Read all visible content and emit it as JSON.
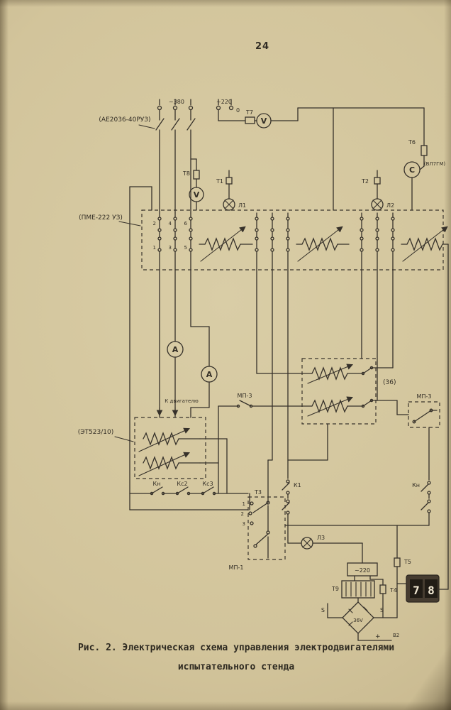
{
  "page": {
    "number": "24",
    "caption": {
      "line1": "Рис. 2. Электрическая схема управления электродвигателями",
      "line2": "испытательного стенда"
    },
    "paper_color": "#d5c8a0",
    "ink_color": "#36312a"
  },
  "schematic": {
    "power": {
      "supply_380": "~380",
      "supply_220": "~220",
      "neutral": "0"
    },
    "devices": {
      "breaker_type": "(АЕ2036-40РУЗ)",
      "contactor_type": "(ПМЕ-222 УЗ)",
      "thermal_relay_type": "(ЭТ523/10)",
      "sync_type": "(ВЛ7ГМ)",
      "block_36": "(36)"
    },
    "meters": {
      "voltmeter1": "V",
      "voltmeter2": "V",
      "ammeter1": "А",
      "ammeter2": "А",
      "sync": "С"
    },
    "transformers": {
      "t1": "Т1",
      "t2": "Т2",
      "t3": "Т3",
      "t4": "Т4",
      "t5": "Т5",
      "t6": "Т6",
      "t7": "Т7",
      "t8": "Т8",
      "t9": "Т9"
    },
    "lamps": {
      "l1": "Л1",
      "l2": "Л2",
      "l3": "Л3"
    },
    "contacts": {
      "kn": "Кн",
      "ks2": "Кс2",
      "ks3": "Кс3",
      "k1": "К1",
      "kn2": "Кн"
    },
    "switches": {
      "mp1": "МП-1",
      "mp3_left": "МП-3",
      "mp3_right": "МП-3"
    },
    "notes": {
      "to_motor": "К двигателю",
      "v220_box": "~220",
      "bridge_voltage": "36V",
      "s_left": "S",
      "s_right": "S",
      "b2": "В2",
      "plus": "+"
    },
    "terminal_numbers": {
      "n1": "1",
      "n2": "2",
      "n3": "3",
      "n4": "4",
      "n5": "5",
      "n6": "6"
    },
    "display": {
      "digit1": "7",
      "digit2": "8"
    }
  }
}
